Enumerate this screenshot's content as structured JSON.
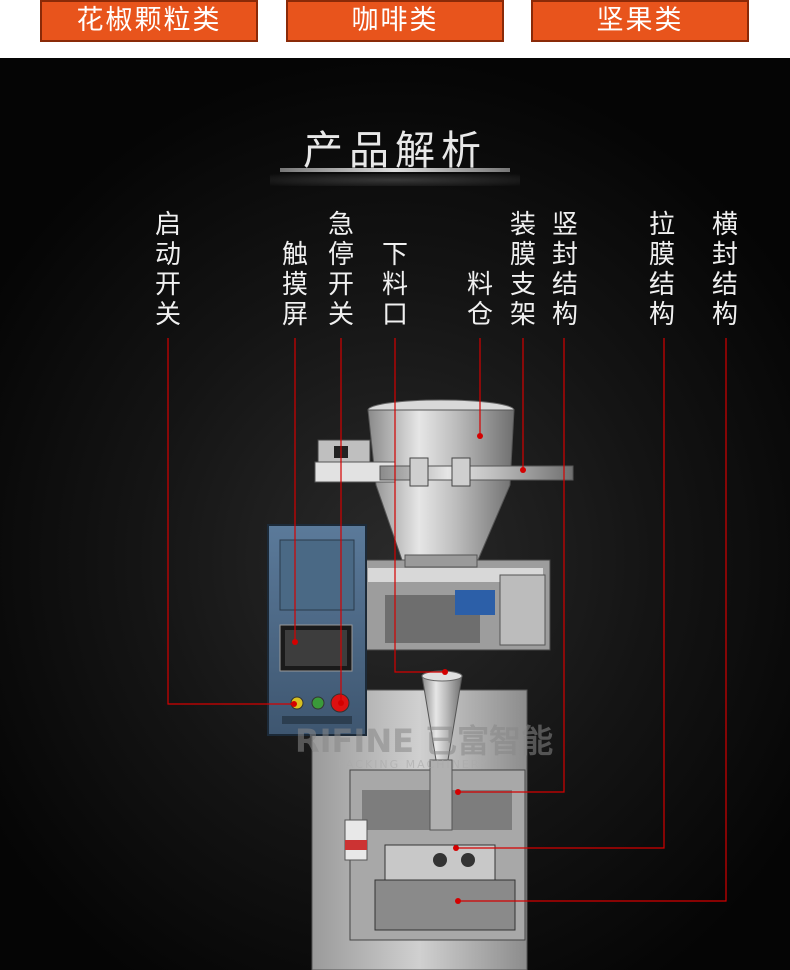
{
  "categories": [
    "花椒颗粒类",
    "咖啡类",
    "坚果类"
  ],
  "section_title": "产品解析",
  "callouts": [
    {
      "text": "启动开关"
    },
    {
      "text": "触摸屏"
    },
    {
      "text": "急停开关"
    },
    {
      "text": "下料口"
    },
    {
      "text": "料仓"
    },
    {
      "text": "装膜支架"
    },
    {
      "text": "竖封结构"
    },
    {
      "text": "拉膜结构"
    },
    {
      "text": "横封结构"
    }
  ],
  "watermark": {
    "brand": "RIFINE 已富智能",
    "sub": "PACKING MACHINERY"
  },
  "colors": {
    "accent": "#e8541c",
    "leader": "#d40000"
  }
}
